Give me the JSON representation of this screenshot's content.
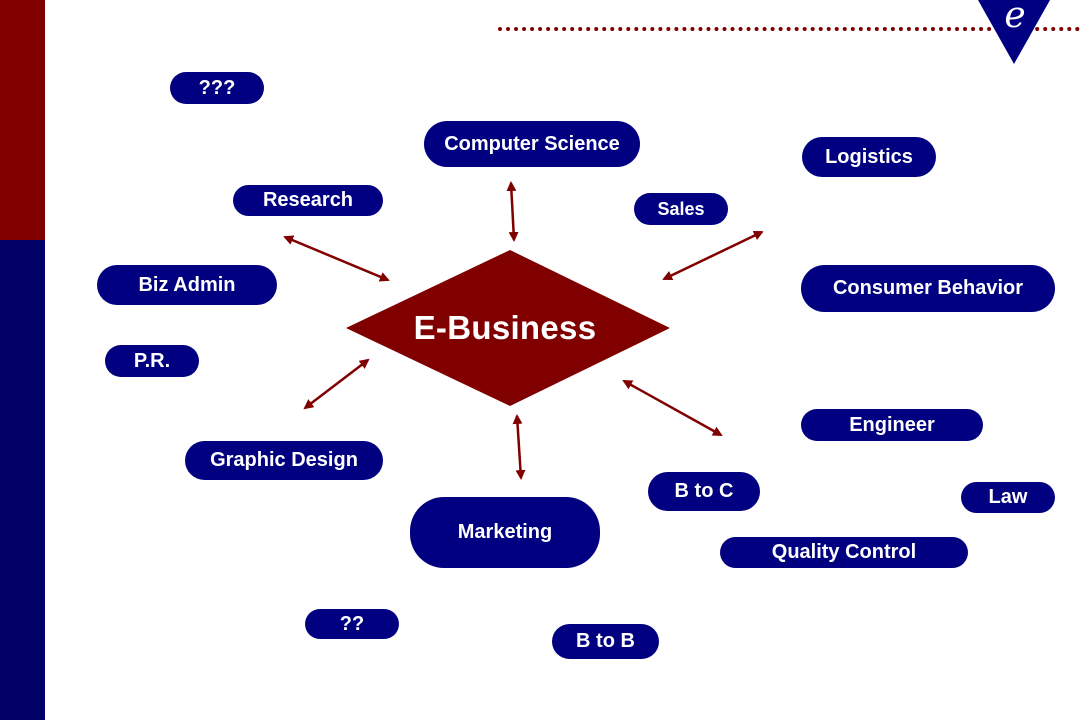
{
  "logo": {
    "letter": "e"
  },
  "center": {
    "label": "E-Business"
  },
  "nodes": [
    {
      "id": "unknown-3",
      "label": "???"
    },
    {
      "id": "computer-science",
      "label": "Computer Science"
    },
    {
      "id": "logistics",
      "label": "Logistics"
    },
    {
      "id": "research",
      "label": "Research"
    },
    {
      "id": "sales",
      "label": "Sales"
    },
    {
      "id": "biz-admin",
      "label": "Biz Admin"
    },
    {
      "id": "consumer-behavior",
      "label": "Consumer Behavior"
    },
    {
      "id": "pr",
      "label": "P.R."
    },
    {
      "id": "engineer",
      "label": "Engineer"
    },
    {
      "id": "graphic-design",
      "label": "Graphic Design"
    },
    {
      "id": "b-to-c",
      "label": "B to C"
    },
    {
      "id": "law",
      "label": "Law"
    },
    {
      "id": "marketing",
      "label": "Marketing"
    },
    {
      "id": "quality-control",
      "label": "Quality Control"
    },
    {
      "id": "unknown-2",
      "label": "??"
    },
    {
      "id": "b-to-b",
      "label": "B to B"
    }
  ],
  "colors": {
    "maroon": "#800000",
    "navy": "#000080",
    "sidebar_navy": "#000066"
  }
}
